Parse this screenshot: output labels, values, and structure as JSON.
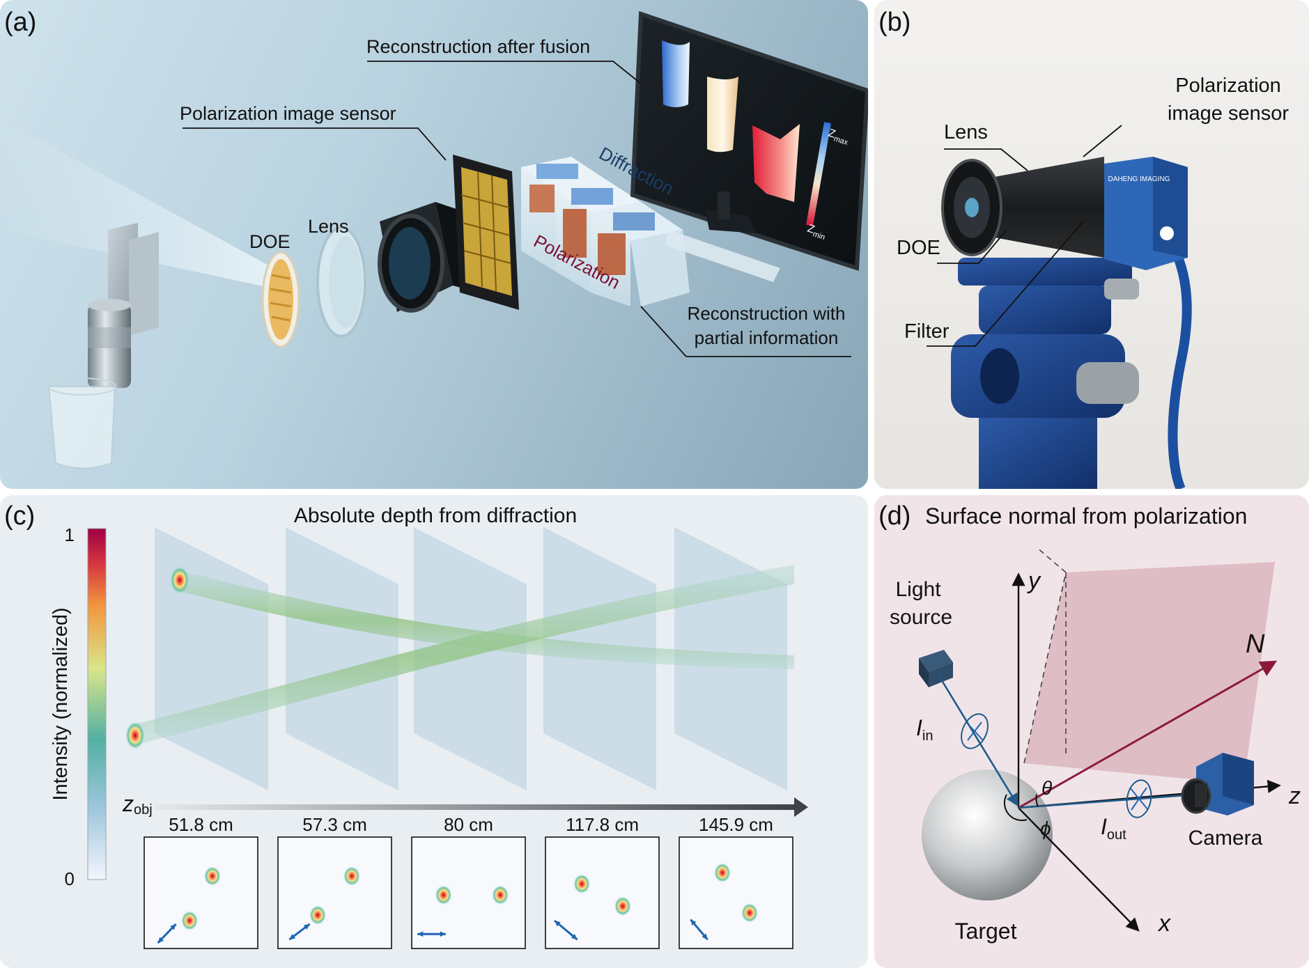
{
  "panel_a": {
    "label": "(a)",
    "doe": "DOE",
    "lens": "Lens",
    "sensor": "Polarization image sensor",
    "fusion": "Reconstruction after fusion",
    "diffraction": "Diffraction",
    "polarization": "Polarization",
    "partial_line1": "Reconstruction with",
    "partial_line2": "partial information",
    "zmax": "Z",
    "zmax_sub": "max",
    "zmin": "Z",
    "zmin_sub": "min"
  },
  "panel_b": {
    "label": "(b)",
    "sensor_line1": "Polarization",
    "sensor_line2": "image sensor",
    "lens": "Lens",
    "doe": "DOE",
    "filter": "Filter",
    "brand": "DAHENG IMAGING"
  },
  "panel_c": {
    "label": "(c)",
    "title": "Absolute depth from diffraction",
    "colorbar_label": "Intensity (normalized)",
    "colorbar_max": "1",
    "colorbar_min": "0",
    "axis_var": "z",
    "axis_sub": "obj",
    "depths": [
      "51.8 cm",
      "57.3 cm",
      "80 cm",
      "117.8 cm",
      "145.9 cm"
    ]
  },
  "panel_d": {
    "label": "(d)",
    "title": "Surface normal from polarization",
    "light_line1": "Light",
    "light_line2": "source",
    "i_in": "I",
    "i_in_sub": "in",
    "i_out": "I",
    "i_out_sub": "out",
    "camera": "Camera",
    "target": "Target",
    "axis_y": "y",
    "axis_z": "z",
    "axis_x": "x",
    "normal": "N",
    "theta": "θ",
    "phi": "ϕ"
  },
  "colors": {
    "normal_arrow": "#8b1a3a",
    "beam": "#1f5a8a",
    "arrow_blue": "#1f66b0"
  }
}
